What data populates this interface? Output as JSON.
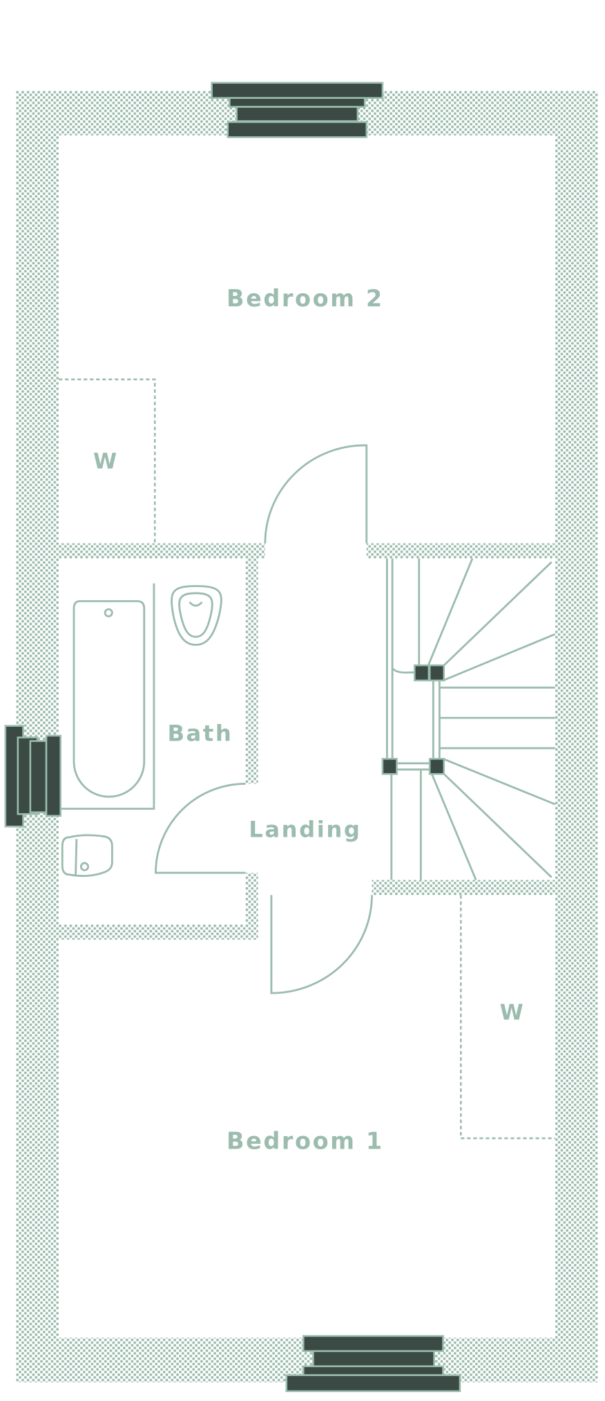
{
  "colors": {
    "wall": "#9bbcae",
    "window": "#3b4a44",
    "background": "#ffffff"
  },
  "rooms": {
    "bedroom2": "Bedroom 2",
    "bedroom1": "Bedroom 1",
    "bath": "Bath",
    "landing": "Landing",
    "wardrobe_top": "W",
    "wardrobe_bottom": "W"
  }
}
